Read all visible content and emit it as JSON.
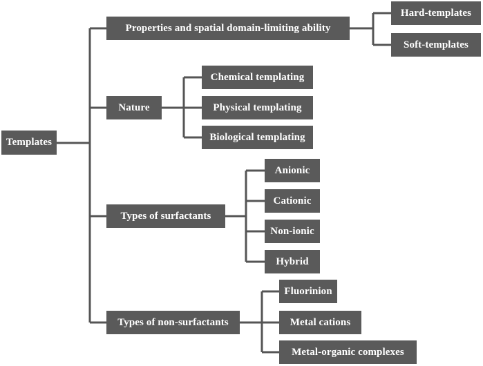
{
  "diagram": {
    "root": "Templates",
    "branches": [
      {
        "label": "Properties and spatial domain-limiting ability",
        "children": [
          "Hard-templates",
          "Soft-templates"
        ]
      },
      {
        "label": "Nature",
        "children": [
          "Chemical templating",
          "Physical templating",
          "Biological templating"
        ]
      },
      {
        "label": "Types of surfactants",
        "children": [
          "Anionic",
          "Cationic",
          "Non-ionic",
          "Hybrid"
        ]
      },
      {
        "label": "Types of non-surfactants",
        "children": [
          "Fluorinion",
          "Metal cations",
          "Metal-organic complexes"
        ]
      }
    ]
  },
  "colors": {
    "box_fill": "#5a5a5a",
    "box_text": "#ffffff",
    "connector": "#555555"
  }
}
